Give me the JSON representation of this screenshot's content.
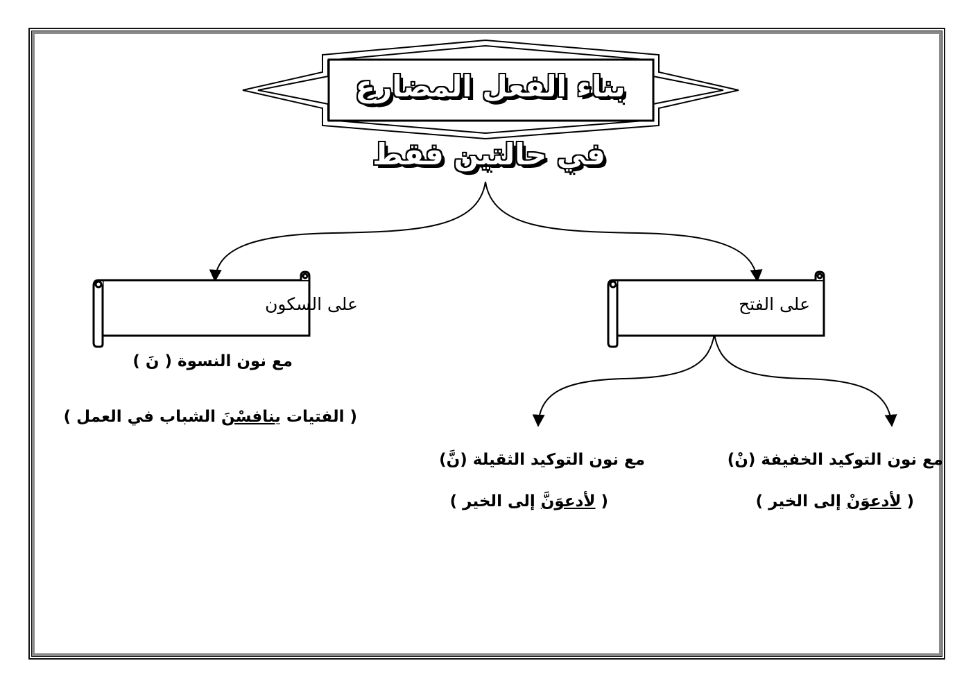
{
  "title": {
    "main": "بناء الفعل المضارع",
    "sub": "في حالتين فقط"
  },
  "branches": {
    "sukun": {
      "label": "على السكون",
      "condition": "مع نون النسوة ( نَ )",
      "example_open": "( الفتيات ",
      "example_verb": "ينافسْنَ",
      "example_close": " الشباب في العمل )"
    },
    "fath": {
      "label": "على الفتح",
      "light": {
        "condition": "مع نون التوكيد الخفيفة  (نْ)",
        "example_open": "( ",
        "example_verb": "لأدعوَنْ",
        "example_close": " إلى الخير )"
      },
      "heavy": {
        "condition": "مع نون التوكيد الثقيلة (نَّ)",
        "example_open": "( ",
        "example_verb": "لأدعوَنَّ",
        "example_close": " إلى الخير )"
      }
    }
  },
  "colors": {
    "stroke": "#000000",
    "frame_gray": "#8a8a8a"
  }
}
